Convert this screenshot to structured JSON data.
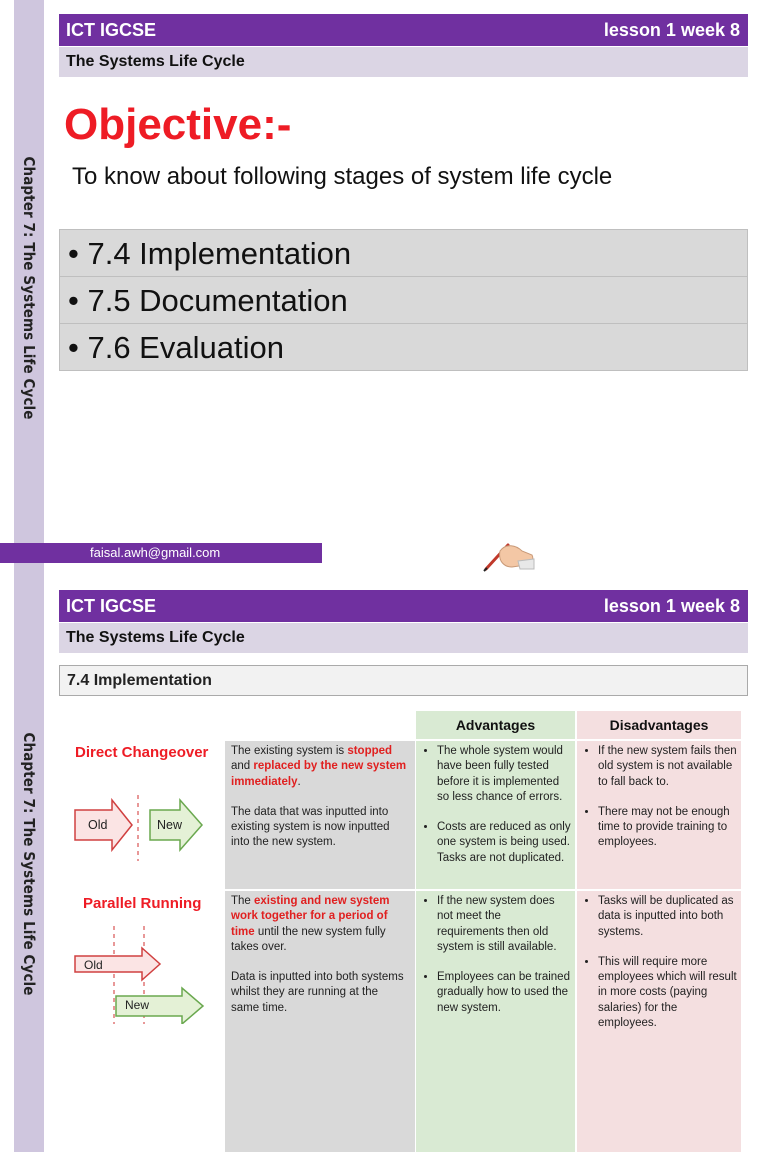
{
  "slide1": {
    "side_label": "Chapter 7: The Systems Life Cycle",
    "header_left": "ICT IGCSE",
    "header_right": "lesson 1 week 8",
    "subheader": "The Systems Life Cycle",
    "objective": "Objective:-",
    "intro": "To know about following stages of system life cycle",
    "stages": [
      "• 7.4 Implementation",
      "• 7.5 Documentation",
      "• 7.6 Evaluation"
    ],
    "email": "faisal.awh@gmail.com",
    "icon": "writing-hand-icon"
  },
  "slide2": {
    "side_label": "Chapter 7: The Systems Life Cycle",
    "header_left": "ICT IGCSE",
    "header_right": "lesson 1 week 8",
    "subheader": "The Systems Life Cycle",
    "section": "7.4 Implementation",
    "col_advantages": "Advantages",
    "col_disadvantages": "Disadvantages",
    "colors": {
      "purple": "#7030a0",
      "advantages_bg": "#d9ead3",
      "disadvantages_bg": "#f4dfe0",
      "description_bg": "#d9d9d9",
      "accent_red": "#ee1c25"
    },
    "methods": [
      {
        "title": "Direct Changeover",
        "old_label": "Old",
        "new_label": "New",
        "desc_p1_a": "The existing system is ",
        "desc_p1_b": "stopped",
        "desc_p1_c": " and ",
        "desc_p1_d": "replaced by the new system immediately",
        "desc_p1_e": ".",
        "desc_p2": "The data that was inputted into existing system is now inputted into the new system.",
        "advantages": [
          "The whole system would have been fully tested before it is implemented so less chance of errors.",
          "Costs are reduced as only one system is being used. Tasks are not duplicated."
        ],
        "disadvantages": [
          "If the new system fails then old system is not available to fall back to.",
          "There may not be enough time to provide training to employees."
        ]
      },
      {
        "title": "Parallel Running",
        "old_label": "Old",
        "new_label": "New",
        "desc_p1_a": "The ",
        "desc_p1_b": "existing and new system work together for a period of time",
        "desc_p1_c": " until the new system fully takes over.",
        "desc_p2": "Data is inputted into both systems whilst they are running at the same time.",
        "advantages": [
          "If the new system does not meet the requirements then old system is still available.",
          "Employees can be trained gradually how to used the new system."
        ],
        "disadvantages": [
          "Tasks will be duplicated as data is inputted into both systems.",
          "This will require more employees which will result in more costs (paying salaries) for the employees."
        ]
      }
    ]
  }
}
